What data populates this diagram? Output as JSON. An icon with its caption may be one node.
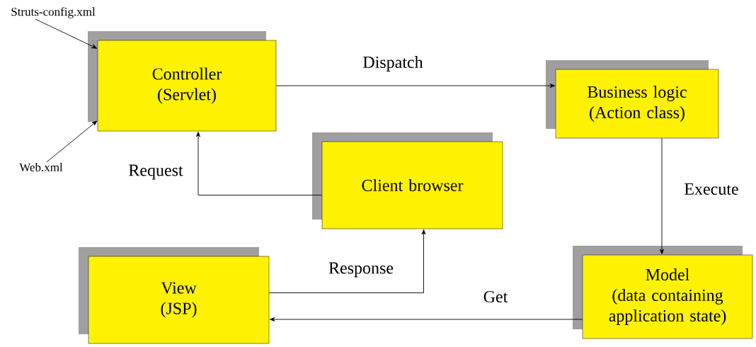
{
  "diagram": {
    "nodes": [
      {
        "text": [
          "Struts-config.xml"
        ]
      },
      {
        "text": [
          "Web.xml"
        ]
      },
      {
        "text": [
          "Controller",
          "(Servlet)"
        ]
      },
      {
        "text": [
          "Business logic",
          "(Action class)"
        ]
      },
      {
        "text": [
          "Client browser"
        ]
      },
      {
        "text": [
          "View",
          "(JSP)"
        ]
      },
      {
        "text": [
          "Model",
          "(data containing application state)"
        ]
      }
    ],
    "edges": [
      {
        "from": 0,
        "to": 2,
        "arrow": "to"
      },
      {
        "from": 1,
        "to": 2,
        "arrow": "to"
      },
      {
        "from": 2,
        "to": 3,
        "arrow": "to",
        "label": "Dispatch"
      },
      {
        "from": 4,
        "to": 2,
        "arrow": "to",
        "label": "Request"
      },
      {
        "from": 3,
        "to": 6,
        "arrow": "to",
        "label": "Execute"
      },
      {
        "from": 5,
        "to": 4,
        "arrow": "to",
        "label": "Response"
      },
      {
        "from": 6,
        "to": 5,
        "arrow": "to",
        "label": "Get"
      }
    ]
  }
}
